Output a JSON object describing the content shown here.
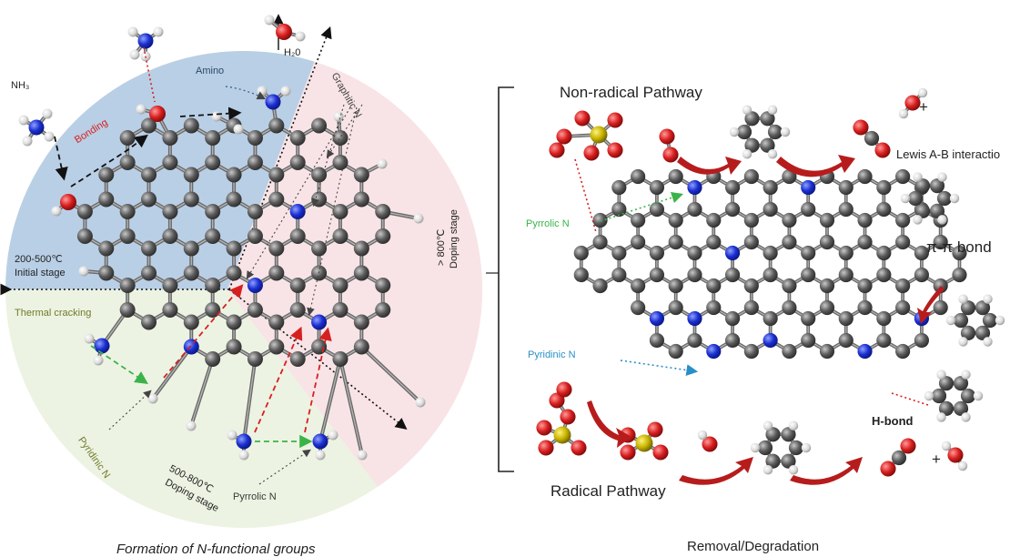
{
  "left_panel": {
    "caption": "Formation of N-functional groups",
    "labels": {
      "nh3": "NH₃",
      "bonding": "Bonding",
      "amino": "Amino",
      "h2o": "H₂0",
      "graphitic_n": "Graphitic N",
      "stage_initial_temp": "200-500℃",
      "stage_initial_name": "Initial stage",
      "stage_doping_temp": "> 800℃",
      "stage_doping_name": "Doping stage",
      "thermal_cracking": "Thermal cracking",
      "pyridinic_n": "Pyridinic N",
      "stage_low_temp": "500-800℃",
      "stage_low_name": "Doping stage",
      "pyrrolic_n": "Pyrrolic N"
    },
    "colors": {
      "blue_zone": "#b9cfe6",
      "pink_zone": "#f8e4e6",
      "green_zone": "#edf3e2"
    }
  },
  "right_panel": {
    "caption": "Removal/Degradation",
    "labels": {
      "non_radical": "Non-radical Pathway",
      "lewis": "Lewis A-B interactio",
      "pi_pi": "π-π bond",
      "pyrrolic_n": "Pyrrolic N",
      "pyridinic_n": "Pyridinic N",
      "h_bond": "H-bond",
      "radical": "Radical Pathway",
      "plus1": "+",
      "plus2": "+"
    },
    "colors": {
      "carbon": "#5c5c5c",
      "nitrogen": "#1a2fd0",
      "oxygen": "#d81e1e",
      "sulfur": "#c8b400",
      "hydrogen": "#e8e8e8",
      "arrow": "#b71c1c"
    }
  }
}
